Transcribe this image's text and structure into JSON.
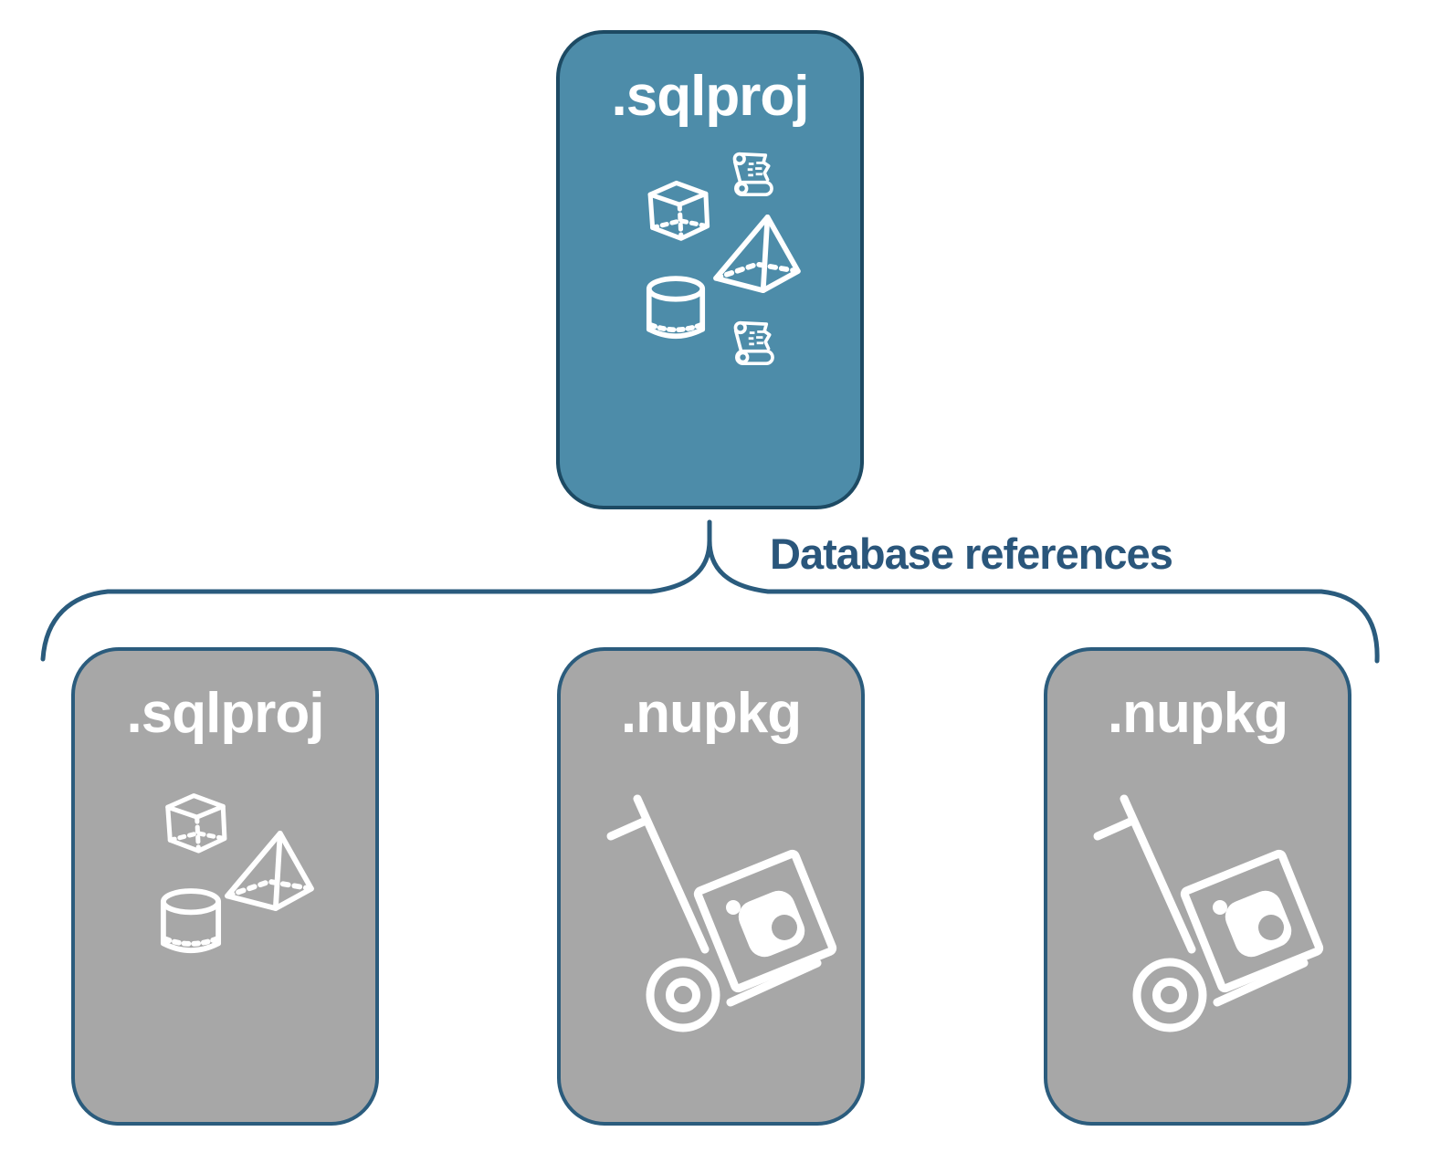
{
  "diagram": {
    "background_color": "#FFFFFF",
    "root_node": {
      "label": ".sqlproj",
      "fill_color": "#4D8CA9",
      "border_color": "#1D4A63",
      "label_color": "#FFFFFF",
      "icons": [
        "sql-script-scroll-icon",
        "cube-icon",
        "pyramid-icon",
        "cylinder-icon",
        "sql-script-scroll-icon"
      ]
    },
    "connector": {
      "label": "Database references",
      "label_color": "#2A567B",
      "brace_color": "#2A5B7D"
    },
    "child_nodes": [
      {
        "label": ".sqlproj",
        "fill_color": "#A7A7A7",
        "border_color": "#2B5C7D",
        "label_color": "#FFFFFF",
        "icons": [
          "cube-icon",
          "pyramid-icon",
          "cylinder-icon"
        ]
      },
      {
        "label": ".nupkg",
        "fill_color": "#A7A7A7",
        "border_color": "#2B5C7D",
        "label_color": "#FFFFFF",
        "icons": [
          "nuget-package-dolly-icon"
        ]
      },
      {
        "label": ".nupkg",
        "fill_color": "#A7A7A7",
        "border_color": "#2B5C7D",
        "label_color": "#FFFFFF",
        "icons": [
          "nuget-package-dolly-icon"
        ]
      }
    ]
  }
}
